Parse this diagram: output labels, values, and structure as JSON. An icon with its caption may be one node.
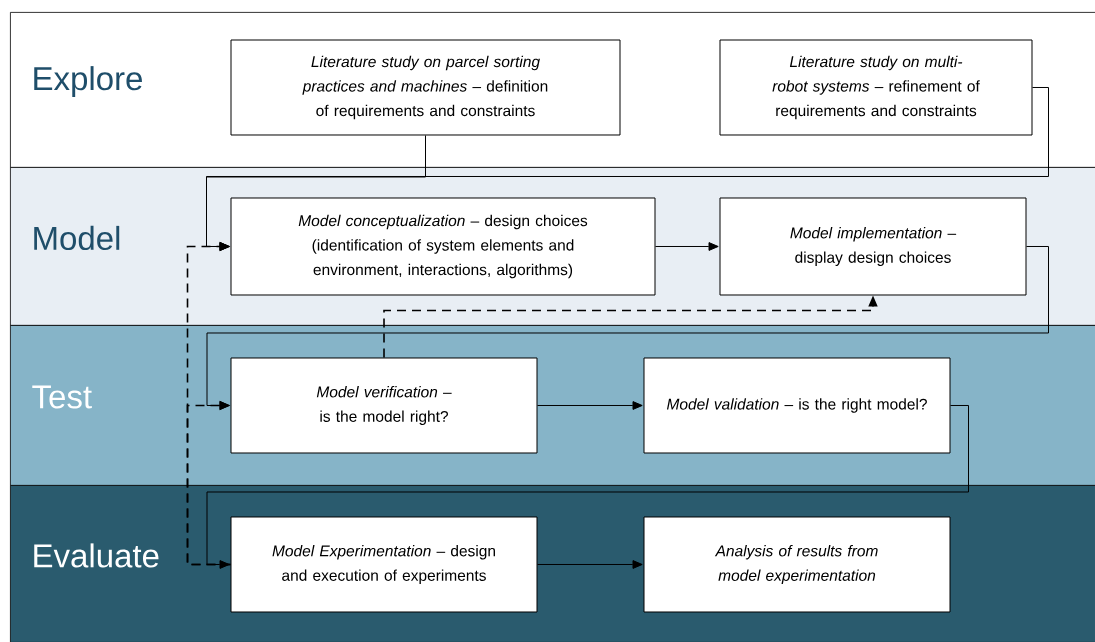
{
  "diagram": {
    "nodes": [
      {
        "text": [
          "Explore"
        ]
      },
      {
        "text": [
          "*Literature study on parcel sorting practices and machines* – definition of requirements and constraints"
        ],
        "in": 0
      },
      {
        "text": [
          "*Literature study on multi-robot systems* – refinement of requirements and constraints"
        ],
        "in": 0
      },
      {
        "text": [
          "Model"
        ]
      },
      {
        "text": [
          "*Model conceptualization* – design choices (identification of system elements and environment, interactions, algorithms)"
        ],
        "in": 3
      },
      {
        "text": [
          "*Model implementation* – display design choices"
        ],
        "in": 3
      },
      {
        "text": [
          "Test"
        ]
      },
      {
        "text": [
          "*Model verification* – is the model right?"
        ],
        "in": 6
      },
      {
        "text": [
          "*Model validation* – is the right model?"
        ],
        "in": 6
      },
      {
        "text": [
          "Evaluate"
        ]
      },
      {
        "text": [
          "*Model Experimentation* – design and execution of experiments"
        ],
        "in": 9
      },
      {
        "text": [
          "*Analysis of results from model experimentation*"
        ],
        "in": 9
      }
    ],
    "edges": [
      {
        "from": 1,
        "to": 4,
        "arrow": "to"
      },
      {
        "from": 2,
        "to": 4,
        "arrow": "to"
      },
      {
        "from": 4,
        "to": 5,
        "arrow": "to"
      },
      {
        "from": 5,
        "to": 7,
        "arrow": "to"
      },
      {
        "from": 7,
        "to": 5,
        "arrow": "to",
        "style": "dashed"
      },
      {
        "from": 7,
        "to": 8,
        "arrow": "to"
      },
      {
        "from": 8,
        "to": 10,
        "arrow": "to"
      },
      {
        "from": 10,
        "to": 11,
        "arrow": "to"
      },
      {
        "from": 10,
        "to": 4,
        "arrow": "to",
        "style": "dashed"
      },
      {
        "from": 10,
        "to": 7,
        "arrow": "to",
        "style": "dashed"
      }
    ]
  }
}
